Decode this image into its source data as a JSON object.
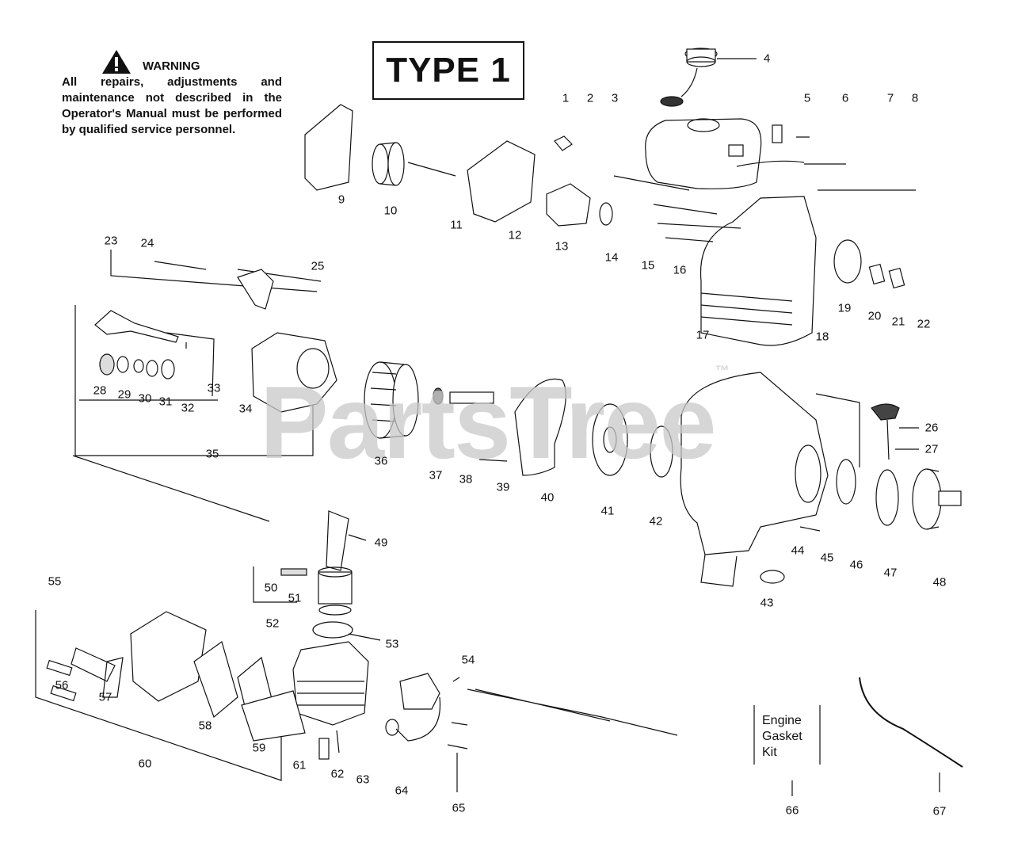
{
  "warning": {
    "title": "WARNING",
    "body": "All repairs, adjustments and maintenance not described in the Operator's Manual must be performed by qualified service personnel."
  },
  "type_label": "TYPE 1",
  "kit_label": {
    "line1": "Engine",
    "line2": "Gasket",
    "line3": "Kit"
  },
  "watermark": {
    "text": "PartsTree",
    "mark": "™"
  },
  "parts": [
    "1",
    "2",
    "3",
    "4",
    "5",
    "6",
    "7",
    "8",
    "9",
    "10",
    "11",
    "12",
    "13",
    "14",
    "15",
    "16",
    "17",
    "18",
    "19",
    "20",
    "21",
    "22",
    "23",
    "24",
    "25",
    "26",
    "27",
    "28",
    "29",
    "30",
    "31",
    "32",
    "33",
    "34",
    "35",
    "36",
    "37",
    "38",
    "39",
    "40",
    "41",
    "42",
    "43",
    "44",
    "45",
    "46",
    "47",
    "48",
    "49",
    "50",
    "51",
    "52",
    "53",
    "54",
    "55",
    "56",
    "57",
    "58",
    "59",
    "60",
    "61",
    "62",
    "63",
    "64",
    "65",
    "66",
    "67"
  ]
}
